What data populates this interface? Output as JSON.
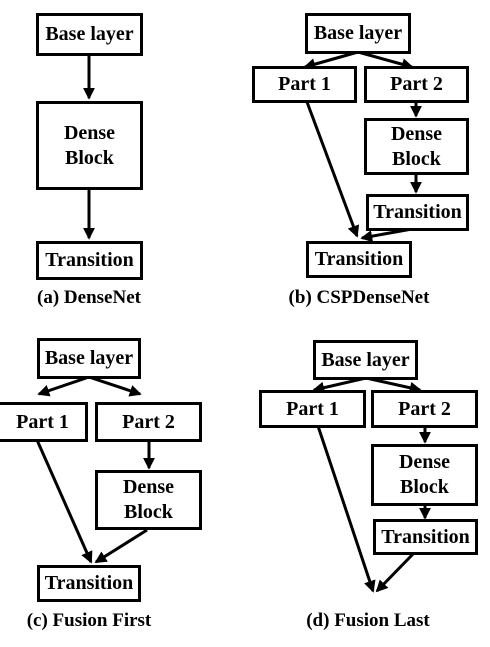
{
  "diagrams": {
    "a": {
      "caption": "(a) DenseNet",
      "base": "Base layer",
      "dense": "Dense\nBlock",
      "transition": "Transition"
    },
    "b": {
      "caption": "(b) CSPDenseNet",
      "base": "Base layer",
      "part1": "Part 1",
      "part2": "Part 2",
      "dense": "Dense\nBlock",
      "transition_inner": "Transition",
      "transition": "Transition"
    },
    "c": {
      "caption": "(c) Fusion First",
      "base": "Base layer",
      "part1": "Part 1",
      "part2": "Part 2",
      "dense": "Dense\nBlock",
      "transition": "Transition"
    },
    "d": {
      "caption": "(d) Fusion Last",
      "base": "Base layer",
      "part1": "Part 1",
      "part2": "Part 2",
      "dense": "Dense\nBlock",
      "transition": "Transition"
    }
  }
}
